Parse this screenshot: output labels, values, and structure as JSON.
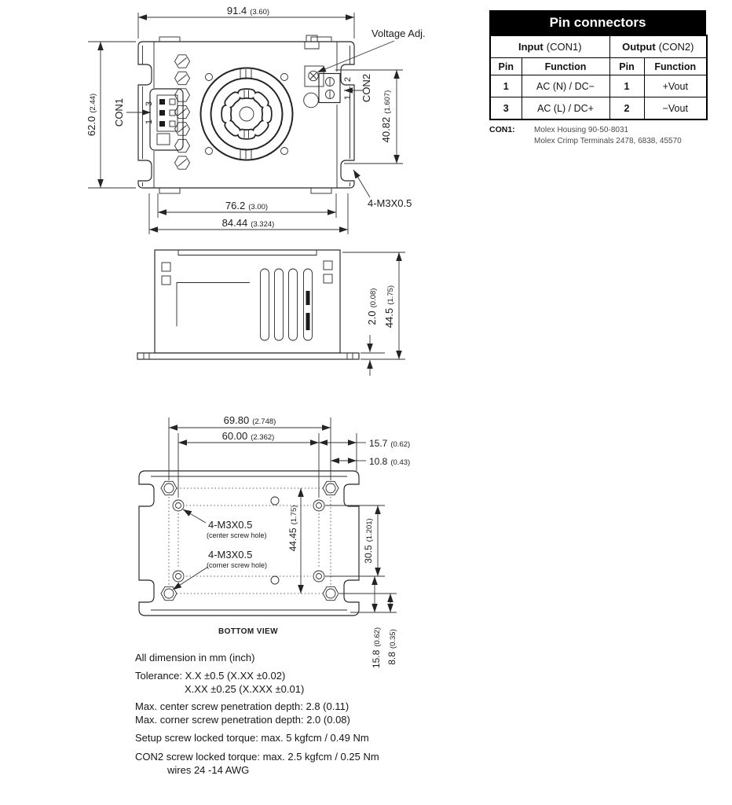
{
  "pin_table": {
    "title": "Pin connectors",
    "input_group": {
      "bold": "Input",
      "rest": "(CON1)"
    },
    "output_group": {
      "bold": "Output",
      "rest": "(CON2)"
    },
    "headers": {
      "pin": "Pin",
      "function": "Function"
    },
    "rows": [
      {
        "in_pin": "1",
        "in_fn": "AC (N) / DC−",
        "out_pin": "1",
        "out_fn": "+Vout"
      },
      {
        "in_pin": "3",
        "in_fn": "AC (L) / DC+",
        "out_pin": "2",
        "out_fn": "−Vout"
      }
    ],
    "footnote": {
      "label": "CON1:",
      "line1": "Molex Housing 90-50-8031",
      "line2": "Molex Crimp Terminals 2478, 6838, 45570"
    }
  },
  "top_view": {
    "dim_width": {
      "mm": "91.4",
      "inch": "(3.60)"
    },
    "dim_height": {
      "mm": "62.0",
      "inch": "(2.44)"
    },
    "dim_con2": {
      "mm": "40.82",
      "inch": "(1.607)"
    },
    "dim_inner": {
      "mm": "76.2",
      "inch": "(3.00)"
    },
    "dim_outer": {
      "mm": "84.44",
      "inch": "(3.324)"
    },
    "labels": {
      "voltage_adj": "Voltage Adj.",
      "con1": "CON1",
      "con2": "CON2",
      "screw": "4-M3X0.5",
      "con1_pin_top": "3",
      "con1_pin_bottom": "1",
      "con2_pin_top": "2",
      "con2_pin_bottom": "1"
    }
  },
  "side_view": {
    "dim_base": {
      "mm": "2.0",
      "inch": "(0.08)"
    },
    "dim_height": {
      "mm": "44.5",
      "inch": "(1.75)"
    }
  },
  "bottom_view": {
    "caption": "BOTTOM VIEW",
    "dim_hole_span_x": {
      "mm": "69.80",
      "inch": "(2.748)"
    },
    "dim_center_span_x": {
      "mm": "60.00",
      "inch": "(2.362)"
    },
    "dim_edge_15_7": {
      "mm": "15.7",
      "inch": "(0.62)"
    },
    "dim_edge_10_8": {
      "mm": "10.8",
      "inch": "(0.43)"
    },
    "dim_corner_span_y": {
      "mm": "44.45",
      "inch": "(1.75)"
    },
    "dim_center_span_y": {
      "mm": "30.5",
      "inch": "(1.201)"
    },
    "dim_bottom_15_8": {
      "mm": "15.8",
      "inch": "(0.62)"
    },
    "dim_bottom_8_8": {
      "mm": "8.8",
      "inch": "(0.35)"
    },
    "labels": {
      "center_screw": "4-M3X0.5",
      "center_screw_note": "(center screw hole)",
      "corner_screw": "4-M3X0.5",
      "corner_screw_note": "(corner screw hole)"
    }
  },
  "notes": {
    "units": "All dimension in mm (inch)",
    "tolerance1": "Tolerance: X.X ±0.5 (X.XX ±0.02)",
    "tolerance2": "X.XX ±0.25 (X.XXX ±0.01)",
    "center_depth": "Max. center screw penetration depth: 2.8 (0.11)",
    "corner_depth": "Max. corner screw penetration depth: 2.0 (0.08)",
    "setup_torque": "Setup screw locked torque: max. 5 kgfcm / 0.49 Nm",
    "con2_torque": "CON2 screw locked torque: max. 2.5 kgfcm / 0.25 Nm",
    "con2_wires": "wires 24 -14 AWG"
  }
}
